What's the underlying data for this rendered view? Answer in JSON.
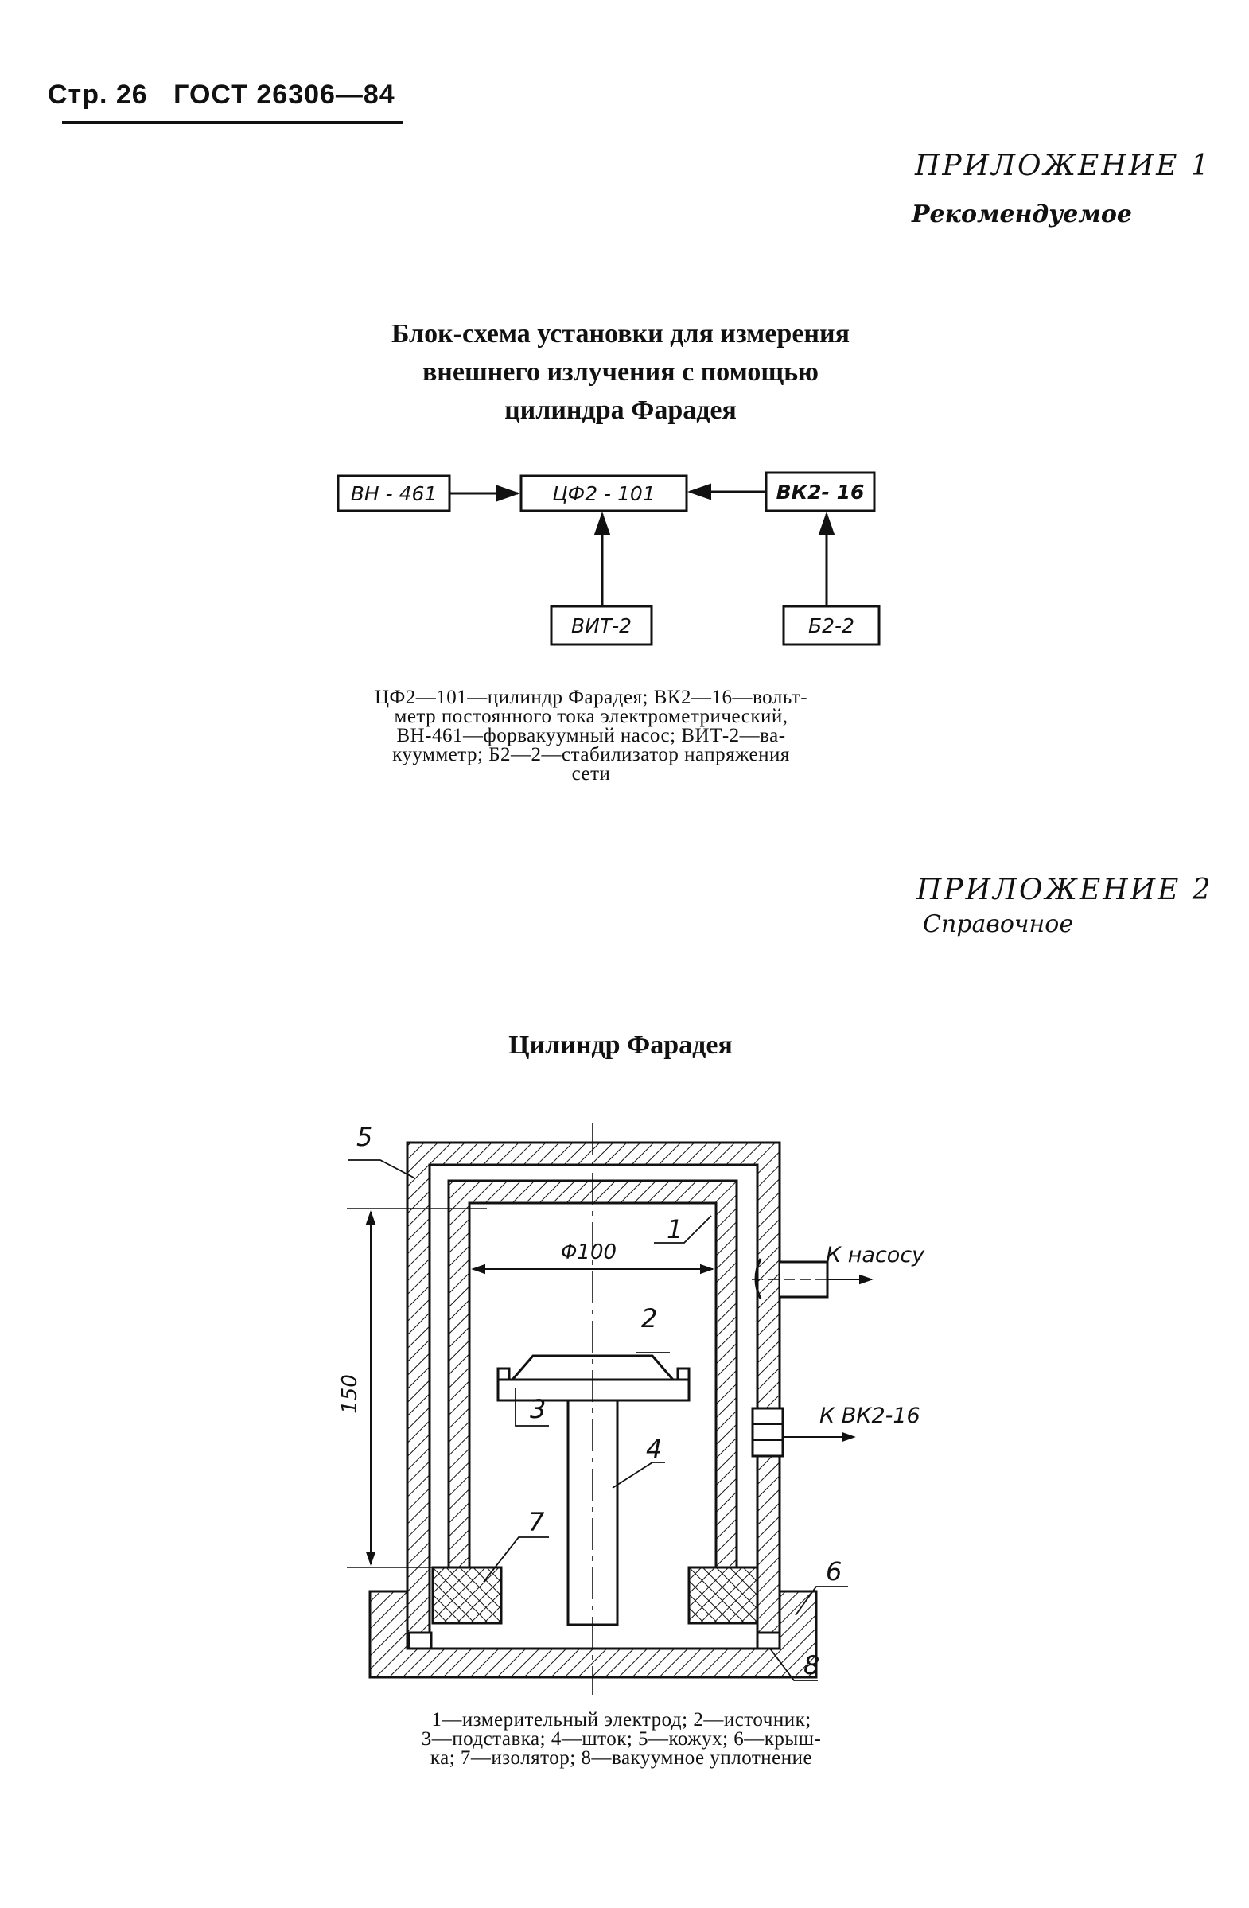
{
  "header": {
    "page_label": "Стр. 26",
    "standard": "ГОСТ 26306—84"
  },
  "appendix1": {
    "heading": "ПРИЛОЖЕНИЕ 1",
    "status": "Рекомендуемое",
    "title_lines": [
      "Блок-схема установки для измерения",
      "внешнего излучения с помощью",
      "цилиндра Фарадея"
    ],
    "blocks": {
      "pump": "ВН - 461",
      "cylinder": "ЦФ2 - 101",
      "voltmeter": "ВК2- 16",
      "vacuummeter": "ВИТ-2",
      "stabilizer": "Б2-2"
    },
    "caption_lines": [
      "ЦФ2—101—цилиндр Фарадея; ВК2—16—вольт-",
      "метр постоянного тока электрометрический,",
      "ВН-461—форвакуумный насос; ВИТ-2—ва-",
      "куумметр; Б2—2—стабилизатор напряжения",
      "сети"
    ]
  },
  "appendix2": {
    "heading": "ПРИЛОЖЕНИЕ 2",
    "status": "Справочное",
    "title": "Цилиндр Фарадея",
    "drawing": {
      "diameter_label": "Φ100",
      "height_label": "150",
      "to_pump_label": "К насосу",
      "to_voltmeter_label": "К ВК2-16",
      "callouts": [
        "1",
        "2",
        "3",
        "4",
        "5",
        "6",
        "7",
        "8"
      ]
    },
    "caption_lines": [
      "1—измерительный электрод; 2—источник;",
      "3—подставка; 4—шток; 5—кожух; 6—крыш-",
      "ка; 7—изолятор; 8—вакуумное уплотнение"
    ]
  }
}
